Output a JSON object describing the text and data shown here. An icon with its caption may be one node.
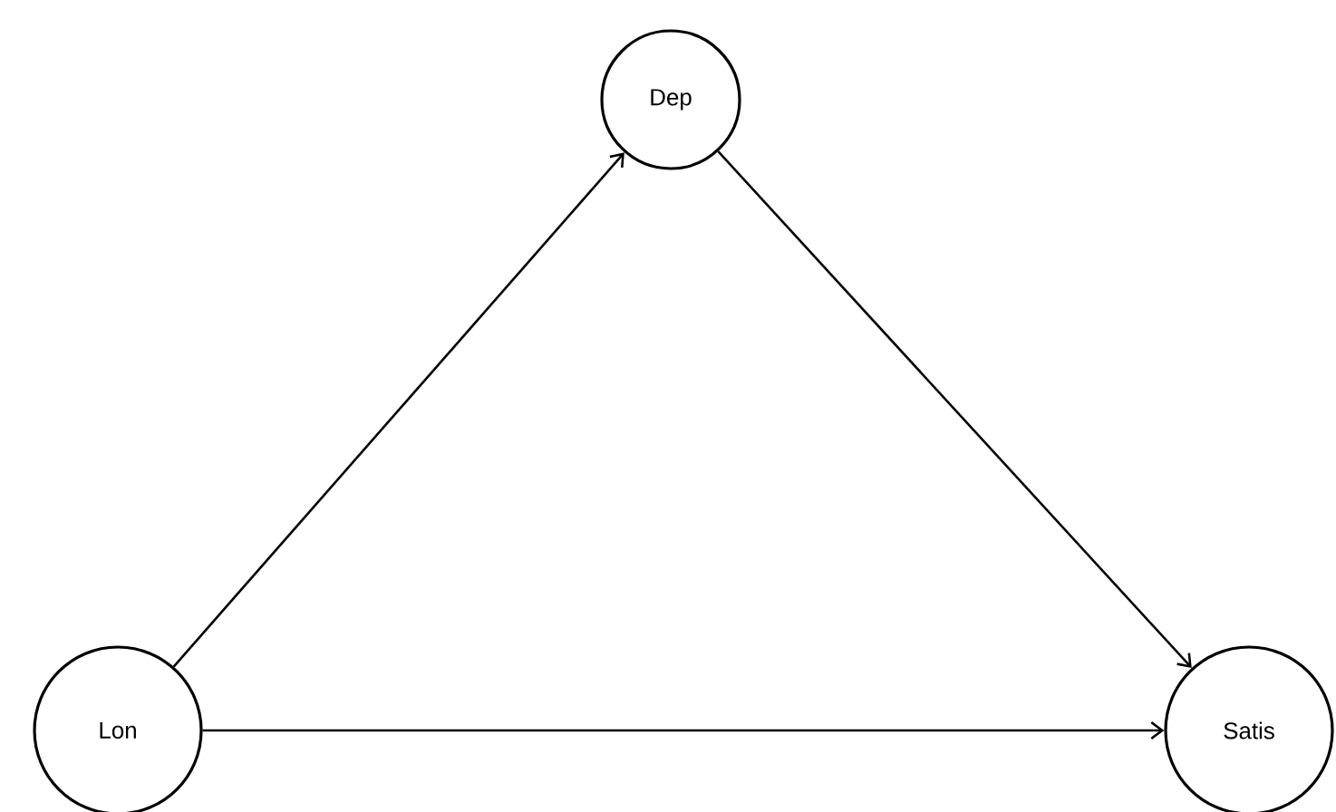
{
  "diagram": {
    "nodes": [
      {
        "text": [
          "Dep"
        ]
      },
      {
        "text": [
          "Lon"
        ]
      },
      {
        "text": [
          "Satis"
        ]
      }
    ],
    "edges": [
      {
        "from": 1,
        "to": 0,
        "arrow": "to"
      },
      {
        "from": 0,
        "to": 2,
        "arrow": "to"
      },
      {
        "from": 1,
        "to": 2,
        "arrow": "to"
      }
    ]
  }
}
